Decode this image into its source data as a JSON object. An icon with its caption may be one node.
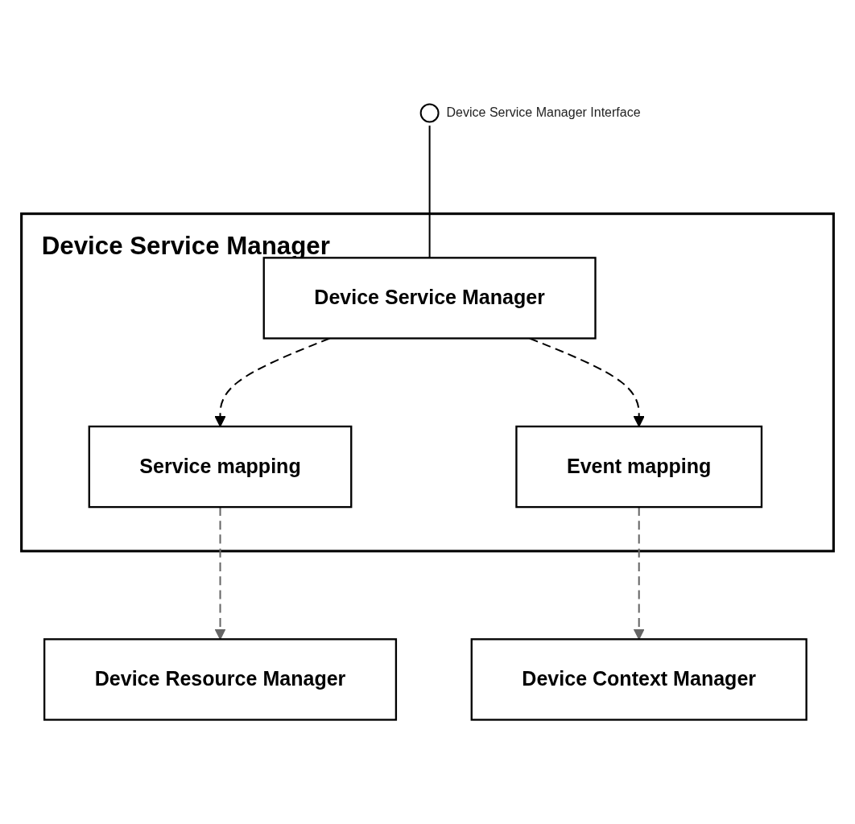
{
  "diagram": {
    "nodes": [
      {
        "text": [],
        "shape": "circle",
        "beside": [
          "Device Service Manager Interface"
        ]
      },
      {
        "text": [
          "Device Service Manager"
        ]
      },
      {
        "text": [
          "Device Service Manager"
        ],
        "in": 1
      },
      {
        "text": [
          "Service mapping"
        ],
        "in": 1
      },
      {
        "text": [
          "Event mapping"
        ],
        "in": 1
      },
      {
        "text": [
          "Device Resource Manager"
        ]
      },
      {
        "text": [
          "Device Context Manager"
        ]
      }
    ],
    "edges": [
      {
        "from": 0,
        "to": 2,
        "arrow": "none"
      },
      {
        "from": 2,
        "to": 3,
        "arrow": "to",
        "style": "dashed"
      },
      {
        "from": 2,
        "to": 4,
        "arrow": "to",
        "style": "dashed"
      },
      {
        "from": 3,
        "to": 5,
        "arrow": "to",
        "style": "dashed",
        "color": "#666666"
      },
      {
        "from": 4,
        "to": 6,
        "arrow": "to",
        "style": "dashed",
        "color": "#666666"
      }
    ]
  }
}
